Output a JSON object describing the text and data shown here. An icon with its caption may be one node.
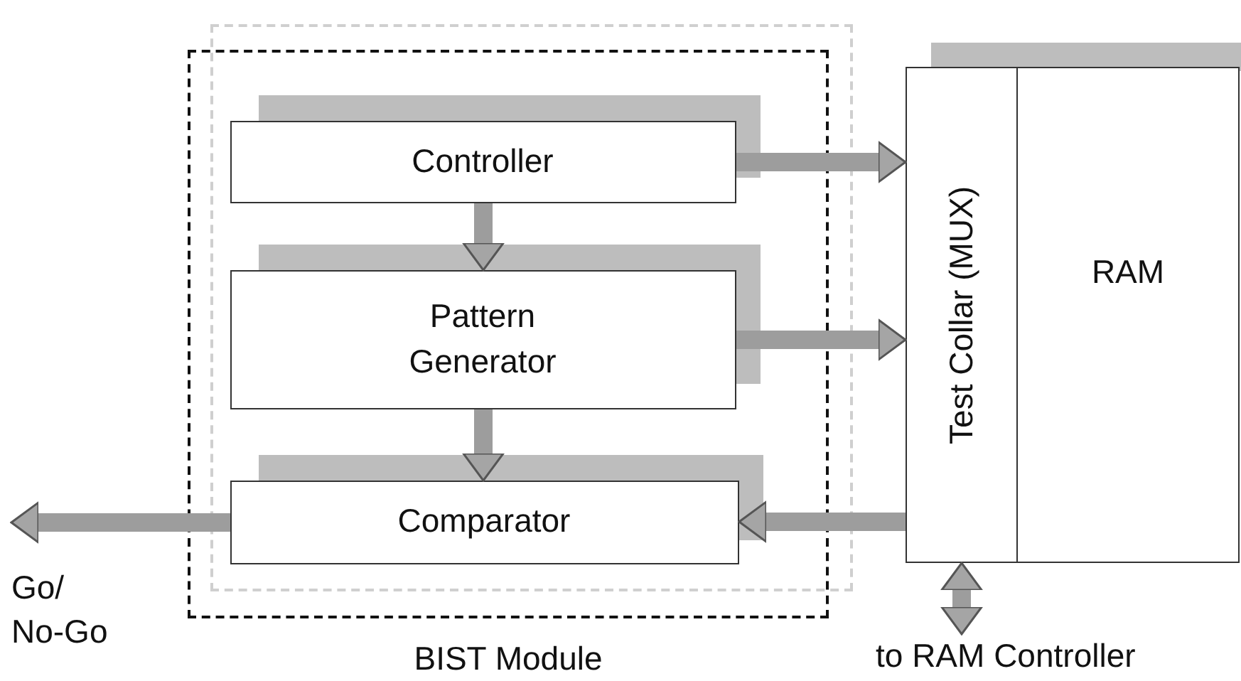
{
  "diagram": {
    "nodes": [
      {
        "text": [
          "BIST Module"
        ]
      },
      {
        "text": [
          "Controller"
        ],
        "in": 0
      },
      {
        "text": [
          "Pattern Generator"
        ],
        "in": 0
      },
      {
        "text": [
          "Comparator"
        ],
        "in": 0
      },
      {
        "text": [
          "Test Collar (MUX)"
        ]
      },
      {
        "text": [
          "RAM"
        ]
      },
      {
        "text": [
          "Go/ No-Go"
        ]
      },
      {
        "text": [
          "to RAM Controller"
        ]
      }
    ],
    "edges": [
      {
        "from": 1,
        "to": 2,
        "arrow": "to"
      },
      {
        "from": 2,
        "to": 3,
        "arrow": "to"
      },
      {
        "from": 1,
        "to": 4,
        "arrow": "to"
      },
      {
        "from": 2,
        "to": 4,
        "arrow": "to"
      },
      {
        "from": 4,
        "to": 3,
        "arrow": "to"
      },
      {
        "from": 3,
        "to": 6,
        "arrow": "to"
      },
      {
        "from": 4,
        "to": 7,
        "arrow": "both"
      }
    ]
  }
}
